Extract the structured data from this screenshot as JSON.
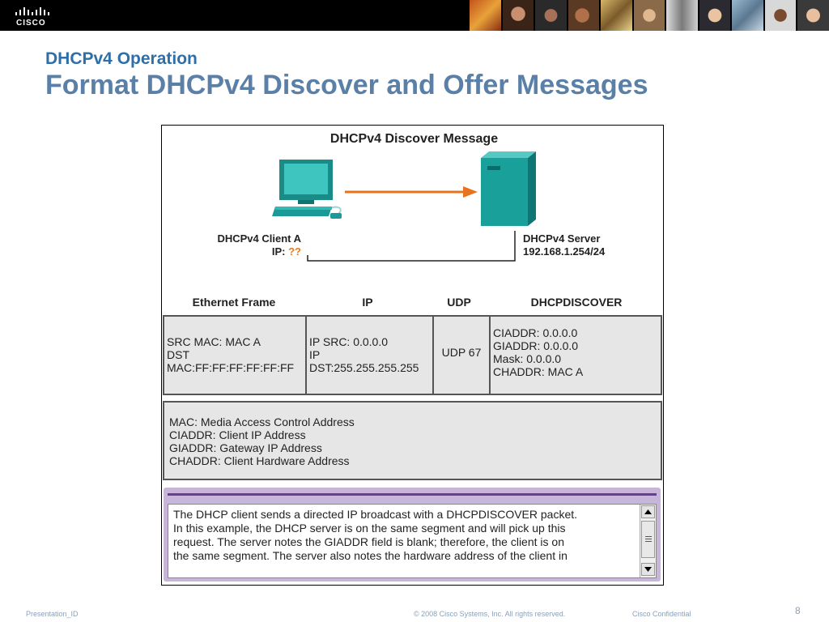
{
  "banner": {
    "logo_text": "CISCO"
  },
  "slide": {
    "subtitle": "DHCPv4 Operation",
    "title": "Format DHCPv4 Discover and Offer Messages"
  },
  "diagram": {
    "title": "DHCPv4 Discover Message",
    "client": {
      "name": "DHCPv4 Client A",
      "ip_label": "IP:",
      "ip_value": "??"
    },
    "server": {
      "name": "DHCPv4 Server",
      "ip": "192.168.1.254/24"
    },
    "arrow_color": "#e8731f",
    "device_color": "#1a9a96"
  },
  "table": {
    "headers": [
      "Ethernet Frame",
      "IP",
      "UDP",
      "DHCPDISCOVER"
    ],
    "cells": [
      [
        "SRC MAC: MAC A",
        "DST",
        "MAC:FF:FF:FF:FF:FF:FF"
      ],
      [
        "IP SRC: 0.0.0.0",
        "IP",
        "DST:255.255.255.255"
      ],
      [
        "UDP 67"
      ],
      [
        "CIADDR: 0.0.0.0",
        "GIADDR: 0.0.0.0",
        "Mask: 0.0.0.0",
        "CHADDR: MAC A"
      ]
    ]
  },
  "legend": [
    "MAC: Media Access Control Address",
    "CIADDR: Client IP Address",
    "GIADDR: Gateway IP Address",
    "CHADDR: Client Hardware Address"
  ],
  "description": {
    "lines": [
      "The DHCP client sends a directed IP broadcast with a DHCPDISCOVER packet.",
      "In this example, the DHCP server is on the same segment and will pick up this",
      "request. The server notes the GIADDR field is blank; therefore, the client is on",
      "the same segment. The server also notes the hardware address of the client in"
    ],
    "accent_color": "#6a3c92"
  },
  "footer": {
    "presentation_id": "Presentation_ID",
    "copyright": "© 2008 Cisco Systems, Inc. All rights reserved.",
    "confidential": "Cisco Confidential",
    "page_number": "8"
  }
}
